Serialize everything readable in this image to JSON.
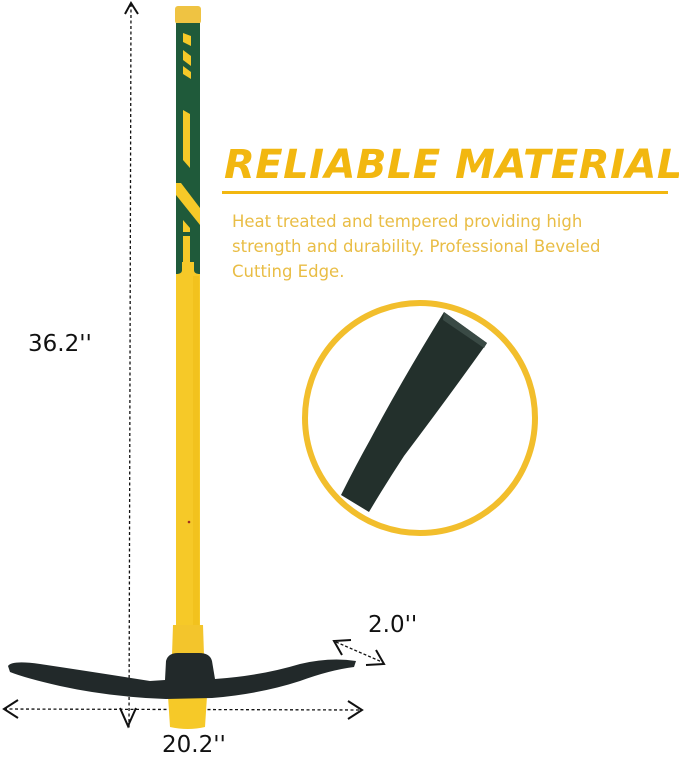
{
  "feature": {
    "title": "RELIABLE MATERIAL",
    "description": "Heat treated and tempered providing high\nstrength and durability. Professional Beveled\nCutting Edge."
  },
  "dimensions": {
    "length": "36.2''",
    "width": "20.2''",
    "blade_thickness": "2.0''"
  },
  "colors": {
    "accent_yellow": "#F2B710",
    "text_yellow": "#E9BD45",
    "handle_yellow": "#F6C928",
    "grip_green": "#1F5A3A",
    "head_black": "#22292A"
  },
  "icons": [
    "pickaxe-product-image",
    "detail-circle-blade-closeup",
    "dimension-arrows"
  ]
}
